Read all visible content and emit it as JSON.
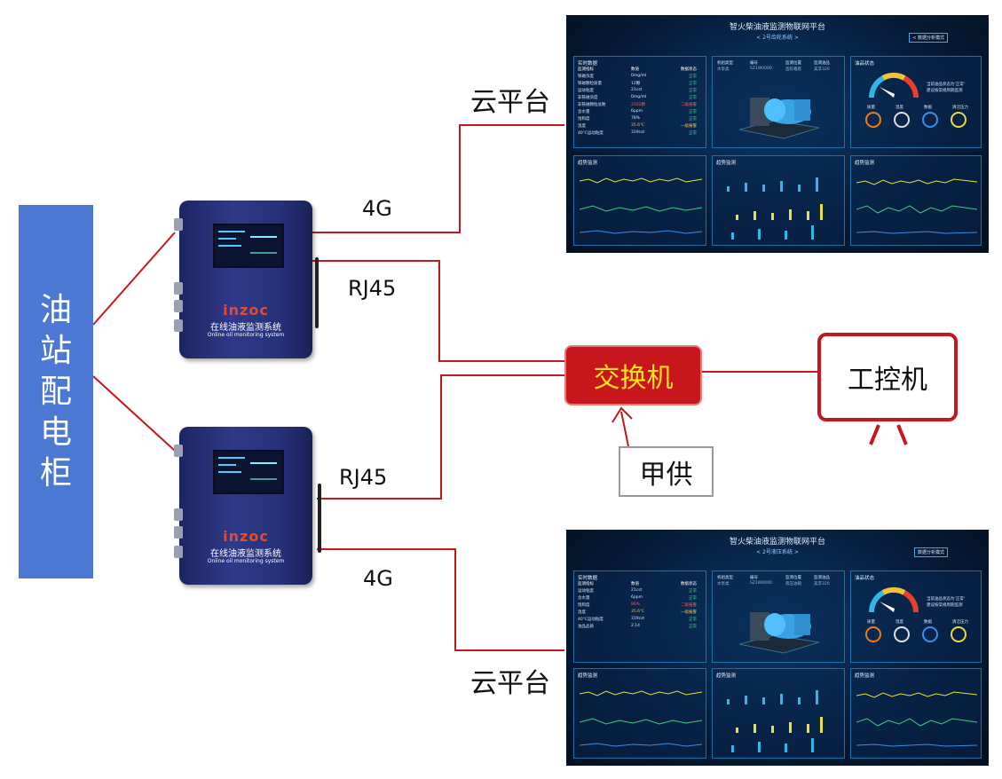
{
  "cabinet": {
    "label": "油站配电柜",
    "chars": [
      "油",
      "站",
      "配",
      "电",
      "柜"
    ]
  },
  "labels": {
    "cloud_top": "云平台",
    "cloud_bottom": "云平台",
    "fourg_top": "4G",
    "fourg_bottom": "4G",
    "rj45_top": "RJ45",
    "rj45_bottom": "RJ45",
    "switch": "交换机",
    "ipc": "工控机",
    "supply": "甲供"
  },
  "device": {
    "brand": "inzoc",
    "title": "在线油液监测系统",
    "subtitle": "Online oil monitoring system"
  },
  "colors": {
    "cabinet": "#4a78d2",
    "link": "#c8161d",
    "switch_fill": "#c8161d",
    "switch_text": "#ffe21a",
    "device_body": "#26317a"
  },
  "dashboard_top": {
    "title": "智火柴油液监测物联网平台",
    "subtitle": "< 2号齿轮系统 >",
    "mode_button": "< 数据分析模式",
    "realtime": {
      "title": "实时数据",
      "headers": [
        "监测指标",
        "数值",
        "数据状态"
      ],
      "rows": [
        {
          "name": "铁磁浓度",
          "value": "0mg/ml",
          "status": "正常",
          "level": "ok"
        },
        {
          "name": "铁磁颗粒质量",
          "value": "12颗",
          "status": "正常",
          "level": "ok"
        },
        {
          "name": "运动粘度",
          "value": "21cst",
          "status": "正常",
          "level": "ok"
        },
        {
          "name": "非铁磁浓度",
          "value": "0mg/ml",
          "status": "正常",
          "level": "ok"
        },
        {
          "name": "非铁磁颗粒总数",
          "value": "2502颗",
          "status": "二级报警",
          "level": "warn"
        },
        {
          "name": "含水量",
          "value": "6ppm",
          "status": "正常",
          "level": "ok"
        },
        {
          "name": "饱和度",
          "value": "78%",
          "status": "正常",
          "level": "ok"
        },
        {
          "name": "温度",
          "value": "35.6℃",
          "status": "一级报警",
          "level": "amber"
        },
        {
          "name": "40℃运动粘度",
          "value": "319cst",
          "status": "正常",
          "level": "ok"
        }
      ]
    },
    "machine": {
      "h1": "机组类型",
      "h2": "编号",
      "h3": "监测位置",
      "h4": "监测油品",
      "v1": "水泵类",
      "v2": "SZ1W0000",
      "v3": "齿轮箱底",
      "v4": "美孚320"
    },
    "oil_status": {
      "title": "油品状态",
      "note1": "当前油品状态为'正常'",
      "note2": "建议按常规周期监测",
      "dials": [
        {
          "label": "质量",
          "color": "#f07a1a"
        },
        {
          "label": "温度",
          "color": "#e0e0e0"
        },
        {
          "label": "数据",
          "color": "#3a8ee6"
        },
        {
          "label": "清洁压力",
          "color": "#e8d84a"
        }
      ]
    },
    "trend_title": "趋势监测"
  },
  "dashboard_bottom": {
    "title": "智火柴油液监测物联网平台",
    "subtitle": "< 2号液压系统 >",
    "mode_button": "数据分析模式",
    "realtime": {
      "title": "实时数据",
      "headers": [
        "监测指标",
        "数值",
        "数据状态"
      ],
      "rows": [
        {
          "name": "运动粘度",
          "value": "21cst",
          "status": "正常",
          "level": "ok"
        },
        {
          "name": "含水量",
          "value": "6ppm",
          "status": "正常",
          "level": "ok"
        },
        {
          "name": "饱和度",
          "value": "86%",
          "status": "二级报警",
          "level": "warn"
        },
        {
          "name": "温度",
          "value": "35.6℃",
          "status": "一级报警",
          "level": "amber"
        },
        {
          "name": "40℃运动粘度",
          "value": "319cst",
          "status": "正常",
          "level": "ok"
        },
        {
          "name": "油品品质",
          "value": "2.14",
          "status": "正常",
          "level": "ok"
        }
      ]
    },
    "machine": {
      "h1": "机组类型",
      "h2": "编号",
      "h3": "监测位置",
      "h4": "监测油品",
      "v1": "水泵类",
      "v2": "SZ1W0000",
      "v3": "液压油箱",
      "v4": "美孚320"
    },
    "oil_status": {
      "title": "油品状态",
      "note1": "当前油品状态为'正常'",
      "note2": "建议按常规周期监测",
      "dials": [
        {
          "label": "质量",
          "color": "#f07a1a"
        },
        {
          "label": "温度",
          "color": "#e0e0e0"
        },
        {
          "label": "数据",
          "color": "#3a8ee6"
        },
        {
          "label": "清洁压力",
          "color": "#e8d84a"
        }
      ]
    },
    "trend_title": "趋势监测"
  }
}
